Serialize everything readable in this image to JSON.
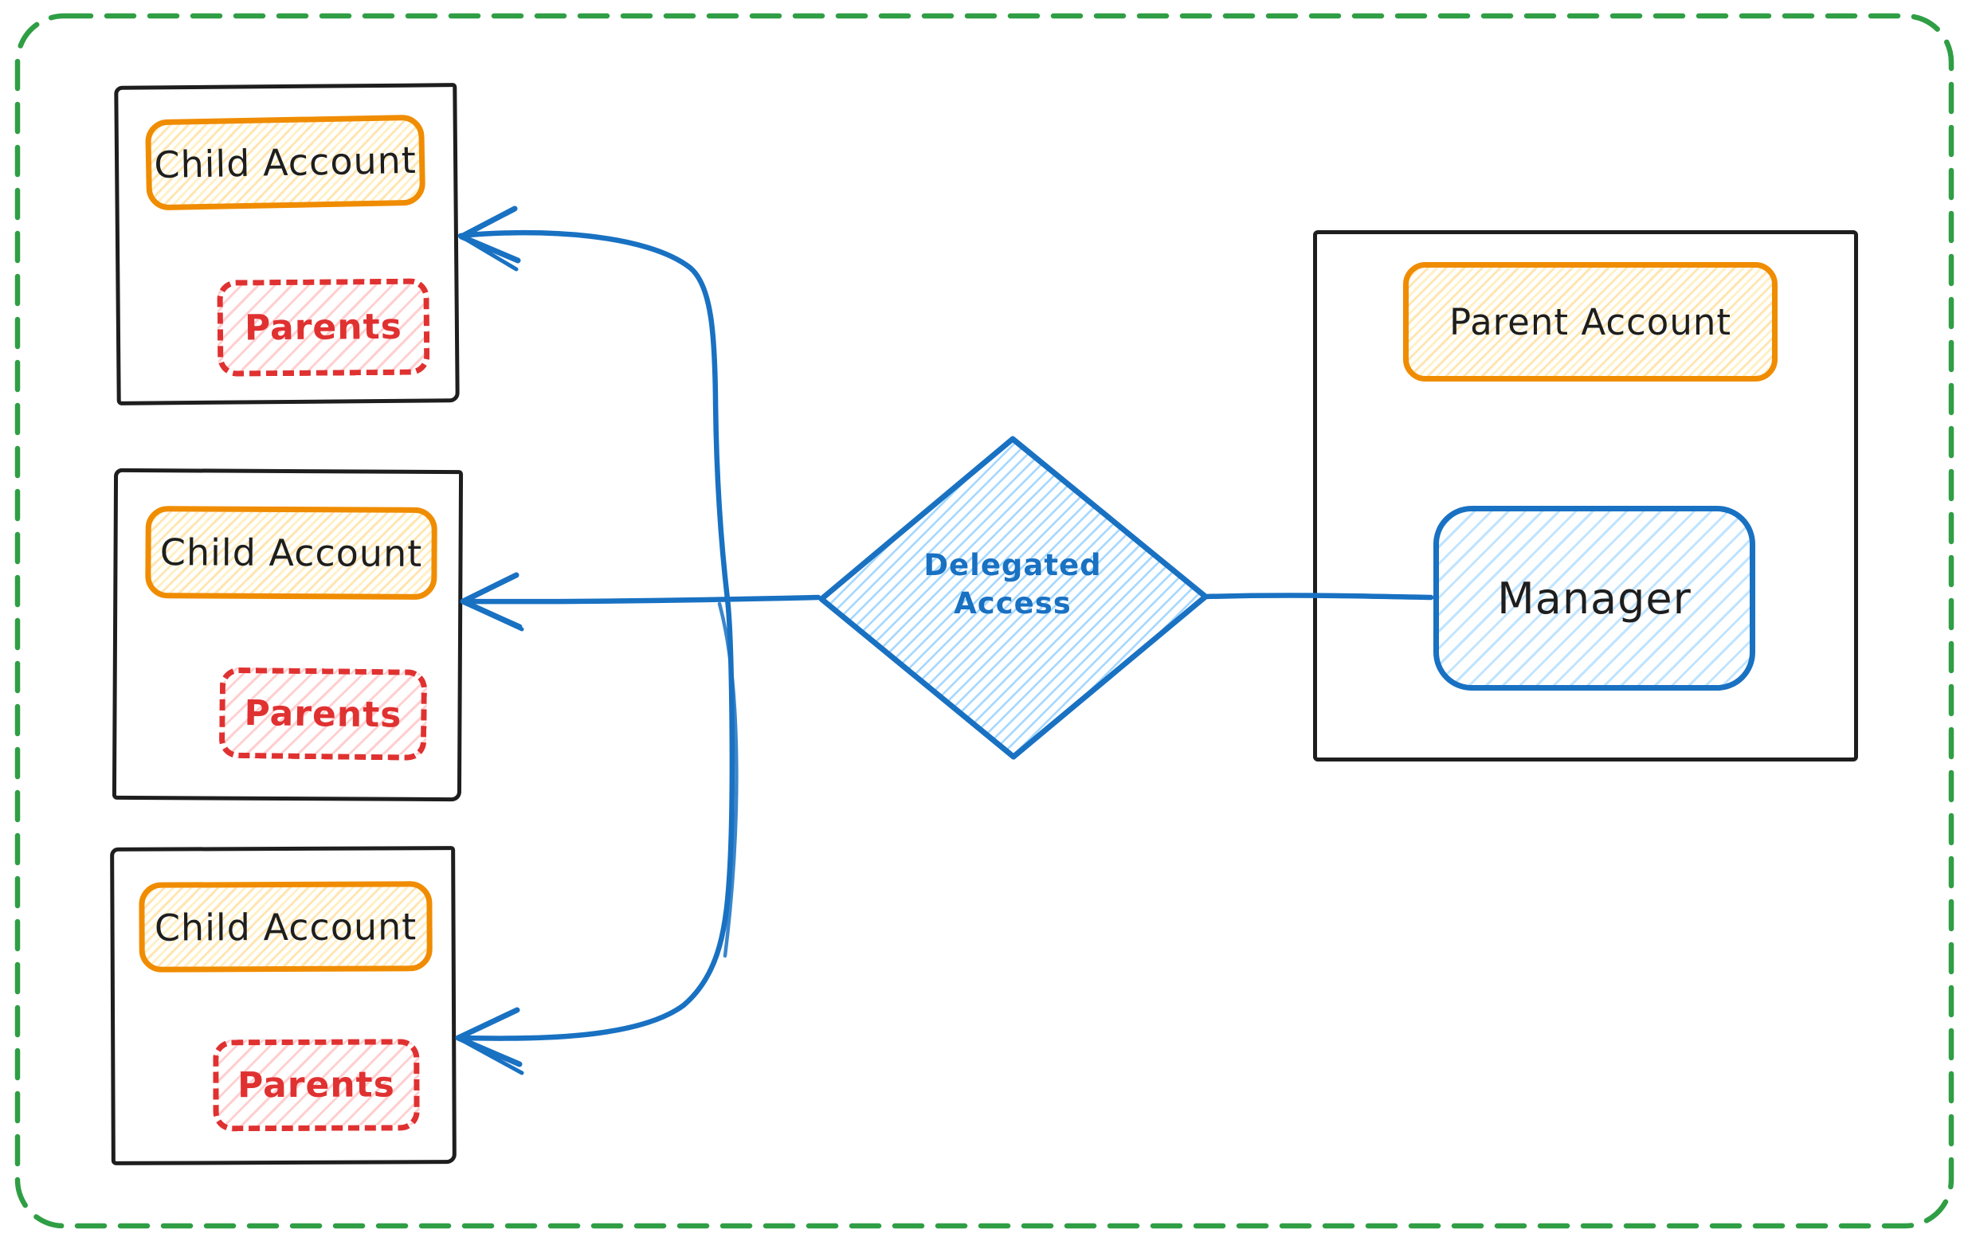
{
  "colors": {
    "green": "#2f9e44",
    "orange": "#f08c00",
    "red": "#e03131",
    "blue": "#1971c2",
    "ink": "#1e1e1e",
    "blue_fill": "#a5d8ff"
  },
  "children": [
    {
      "label": "Child Account",
      "sub_label": "Parents"
    },
    {
      "label": "Child Account",
      "sub_label": "Parents"
    },
    {
      "label": "Child Account",
      "sub_label": "Parents"
    }
  ],
  "decision": {
    "label": "Delegated Access"
  },
  "parent": {
    "label": "Parent Account",
    "manager_label": "Manager"
  }
}
